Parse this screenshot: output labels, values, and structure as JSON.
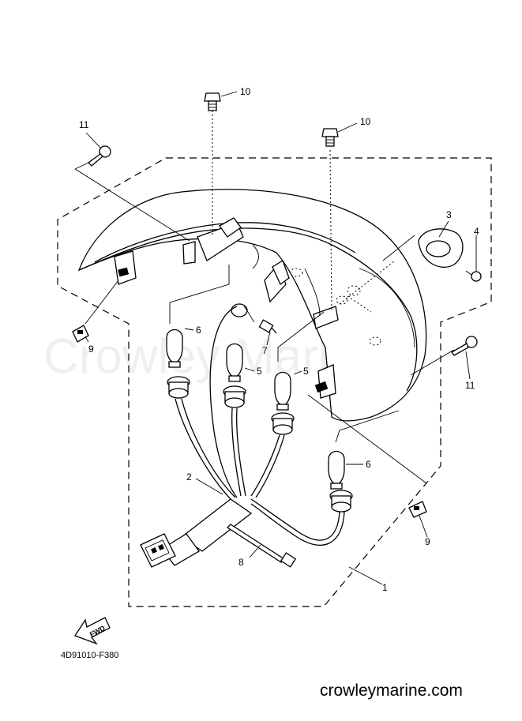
{
  "watermark": "Crowley Marine",
  "diagram_code": "4D91010-F380",
  "site_url": "crowleymarine.com",
  "fwd_label": "FWD",
  "callouts": {
    "c1": "1",
    "c2": "2",
    "c3": "3",
    "c4": "4",
    "c5a": "5",
    "c5b": "5",
    "c6a": "6",
    "c6b": "6",
    "c7": "7",
    "c8": "8",
    "c9a": "9",
    "c9b": "9",
    "c10a": "10",
    "c10b": "10",
    "c11a": "11",
    "c11b": "11"
  }
}
